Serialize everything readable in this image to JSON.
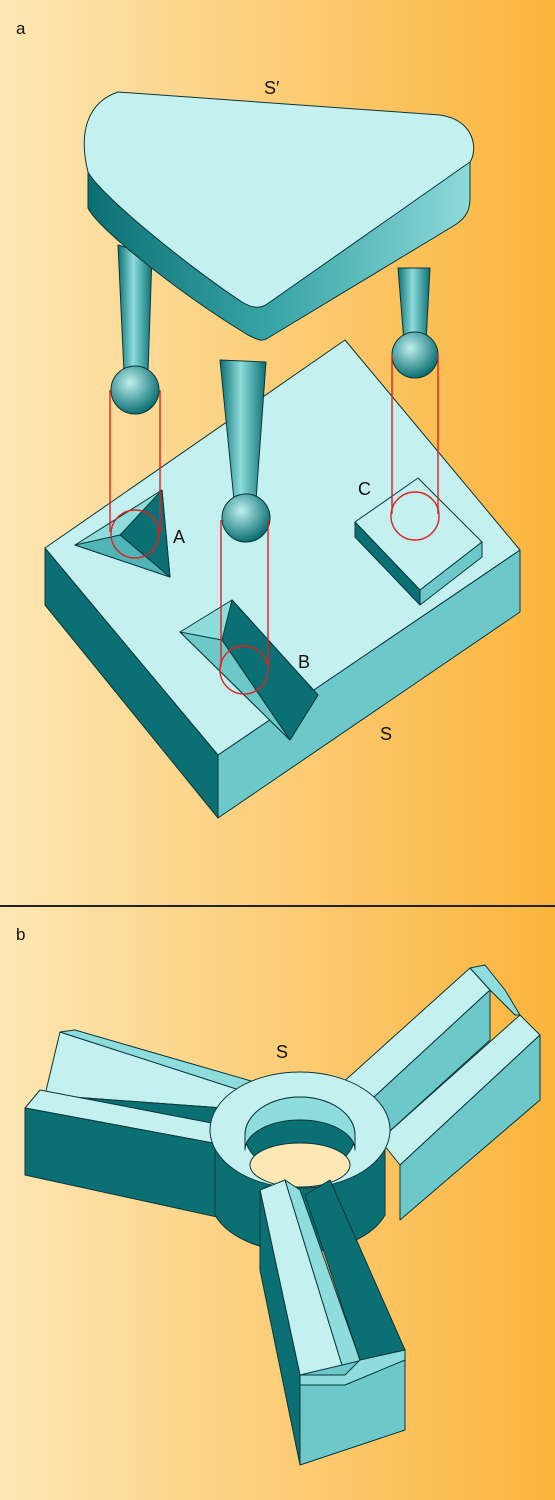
{
  "panel_a": {
    "letter": "a",
    "labels": {
      "top_plate": "S′",
      "base_plate": "S",
      "groove_a": "A",
      "groove_b": "B",
      "groove_c": "C"
    }
  },
  "panel_b": {
    "letter": "b",
    "labels": {
      "plate": "S"
    }
  },
  "colors": {
    "background_left": "#FDE7B4",
    "background_right": "#FBB43C",
    "face_light": "#C4F1F0",
    "face_mid": "#6CC8C9",
    "face_dark": "#0B7073",
    "outline": "#08363A",
    "contact_circle": "#E0201E"
  }
}
